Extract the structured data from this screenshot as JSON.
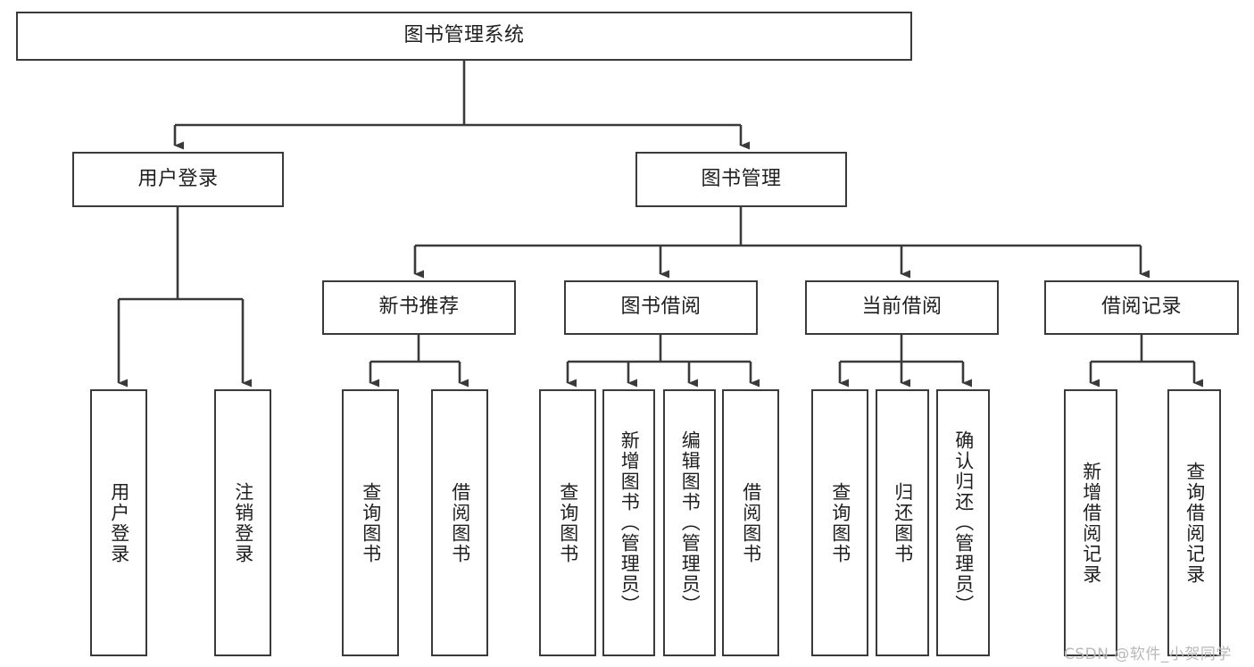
{
  "diagram": {
    "type": "tree-hierarchy-chart",
    "title": "图书管理系统",
    "stroke_color": "#3a3a3a",
    "fill_color": "#ffffff",
    "text_color": "#1f1f1f",
    "watermark": "CSDN @软件_小贺同学"
  },
  "nodes": {
    "root": {
      "label": "图书管理系统"
    },
    "level2": [
      {
        "id": "user-login",
        "label": "用户登录"
      },
      {
        "id": "book-manage",
        "label": "图书管理"
      }
    ],
    "level3": [
      {
        "id": "new-book-recommend",
        "label": "新书推荐"
      },
      {
        "id": "book-borrow",
        "label": "图书借阅"
      },
      {
        "id": "current-borrow",
        "label": "当前借阅"
      },
      {
        "id": "borrow-record",
        "label": "借阅记录"
      }
    ],
    "leaves": {
      "user_login": [
        {
          "id": "leaf-user-login",
          "label": "用户登录"
        },
        {
          "id": "leaf-logout-login",
          "label": "注销登录"
        }
      ],
      "new_book_recommend": [
        {
          "id": "leaf-query-book-1",
          "label": "查询图书"
        },
        {
          "id": "leaf-borrow-book-1",
          "label": "借阅图书"
        }
      ],
      "book_borrow": [
        {
          "id": "leaf-query-book-2",
          "label": "查询图书"
        },
        {
          "id": "leaf-add-book",
          "label": "新增图书（管理员）"
        },
        {
          "id": "leaf-edit-book",
          "label": "编辑图书（管理员）"
        },
        {
          "id": "leaf-borrow-book-2",
          "label": "借阅图书"
        }
      ],
      "current_borrow": [
        {
          "id": "leaf-query-book-3",
          "label": "查询图书"
        },
        {
          "id": "leaf-return-book",
          "label": "归还图书"
        },
        {
          "id": "leaf-confirm-return",
          "label": "确认归还（管理员）"
        }
      ],
      "borrow_record": [
        {
          "id": "leaf-add-record",
          "label": "新增借阅记录"
        },
        {
          "id": "leaf-query-record",
          "label": "查询借阅记录"
        }
      ]
    }
  }
}
